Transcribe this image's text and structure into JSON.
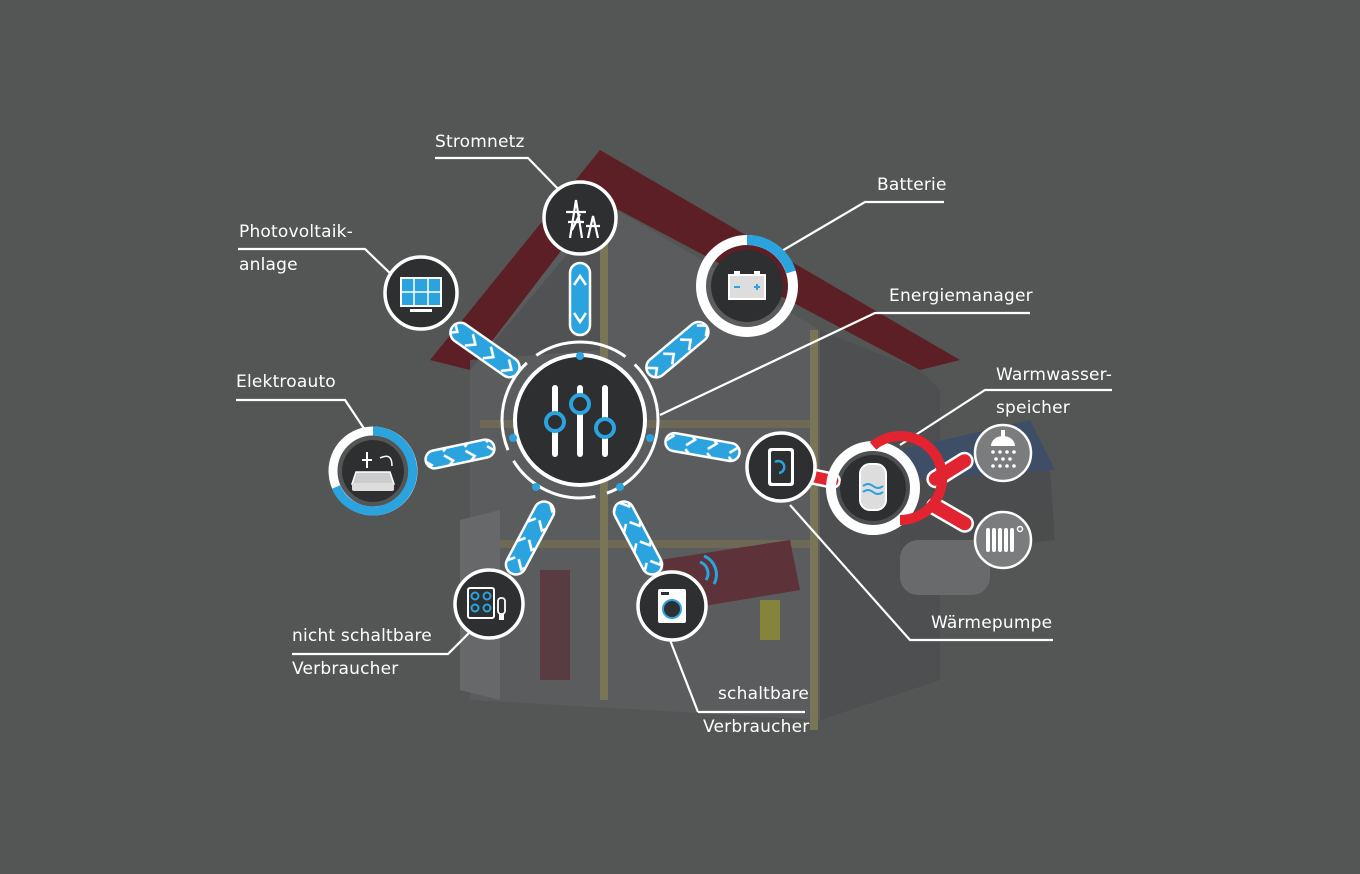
{
  "labels": {
    "stromnetz": "Stromnetz",
    "photovoltaik_1": "Photovoltaik-",
    "photovoltaik_2": "anlage",
    "batterie": "Batterie",
    "energiemanager": "Energiemanager",
    "elektroauto": "Elektroauto",
    "warmwasser_1": "Warmwasser-",
    "warmwasser_2": "speicher",
    "waermepumpe": "Wärmepumpe",
    "nicht_schaltbar_1": "nicht schaltbare",
    "nicht_schaltbar_2": "Verbraucher",
    "schaltbar_1": "schaltbare",
    "schaltbar_2": "Verbraucher"
  },
  "colors": {
    "background": "#545555",
    "flow_blue": "#2aa3df",
    "flow_red": "#e1242f",
    "icon_fill": "#ffffff",
    "roof": "#6e1520"
  },
  "icons": [
    "power-pylon-icon",
    "solar-panel-icon",
    "battery-icon",
    "mixer-sliders-icon",
    "electric-car-icon",
    "heat-pump-icon",
    "water-tank-icon",
    "shower-icon",
    "radiator-icon",
    "cooktop-bulb-icon",
    "washing-machine-icon"
  ],
  "levels": {
    "battery_charge": 0.25,
    "car_charge": 0.6,
    "warmwater_heat": 0.55
  }
}
